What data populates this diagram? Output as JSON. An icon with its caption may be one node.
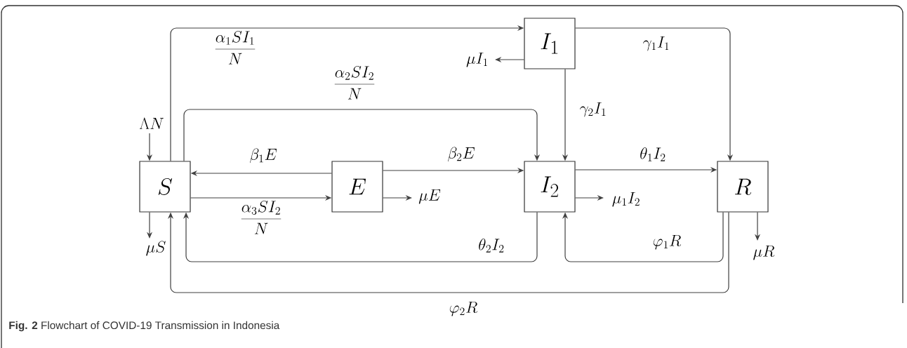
{
  "diagram": {
    "caption": "**Fig. 2** Flowchart of COVID-19 Transmission in Indonesia",
    "nodes": [
      {
        "text": [
          "S"
        ]
      },
      {
        "text": [
          "E"
        ]
      },
      {
        "text": [
          "I_1"
        ]
      },
      {
        "text": [
          "I_2"
        ]
      },
      {
        "text": [
          "R"
        ]
      }
    ],
    "edges": [
      {
        "from": 0,
        "to": 2,
        "arrow": "to",
        "label": "\\frac{\\alpha_1 S I_1}{N}"
      },
      {
        "from": 0,
        "to": 3,
        "arrow": "to",
        "label": "\\frac{\\alpha_2 S I_2}{N}"
      },
      {
        "from": 1,
        "to": 0,
        "arrow": "to",
        "label": "\\beta_1 E"
      },
      {
        "from": 0,
        "to": 1,
        "arrow": "to",
        "label": "\\frac{\\alpha_3 S I_2}{N}"
      },
      {
        "from": 1,
        "to": 3,
        "arrow": "to",
        "label": "\\beta_2 E"
      },
      {
        "from": 2,
        "to": 3,
        "arrow": "to",
        "label": "\\gamma_2 I_1"
      },
      {
        "from": 2,
        "to": 4,
        "arrow": "to",
        "label": "\\gamma_1 I_1"
      },
      {
        "from": 3,
        "to": 4,
        "arrow": "to",
        "label": "\\theta_1 I_2"
      },
      {
        "from": 3,
        "to": 0,
        "arrow": "to",
        "label": "\\theta_2 I_2"
      },
      {
        "from": 4,
        "to": 3,
        "arrow": "to",
        "label": "\\varphi_1 R"
      },
      {
        "from": 4,
        "to": 0,
        "arrow": "to",
        "label": "\\varphi_2 R"
      },
      {
        "from": null,
        "to": 0,
        "arrow": "to",
        "label": "\\Lambda N"
      },
      {
        "from": 0,
        "to": null,
        "arrow": "to",
        "label": "\\mu S"
      },
      {
        "from": 1,
        "to": null,
        "arrow": "to",
        "label": "\\mu E"
      },
      {
        "from": 2,
        "to": null,
        "arrow": "to",
        "label": "\\mu I_1"
      },
      {
        "from": 3,
        "to": null,
        "arrow": "to",
        "label": "\\mu_1 I_2"
      },
      {
        "from": 4,
        "to": null,
        "arrow": "to",
        "label": "\\mu R"
      }
    ]
  }
}
